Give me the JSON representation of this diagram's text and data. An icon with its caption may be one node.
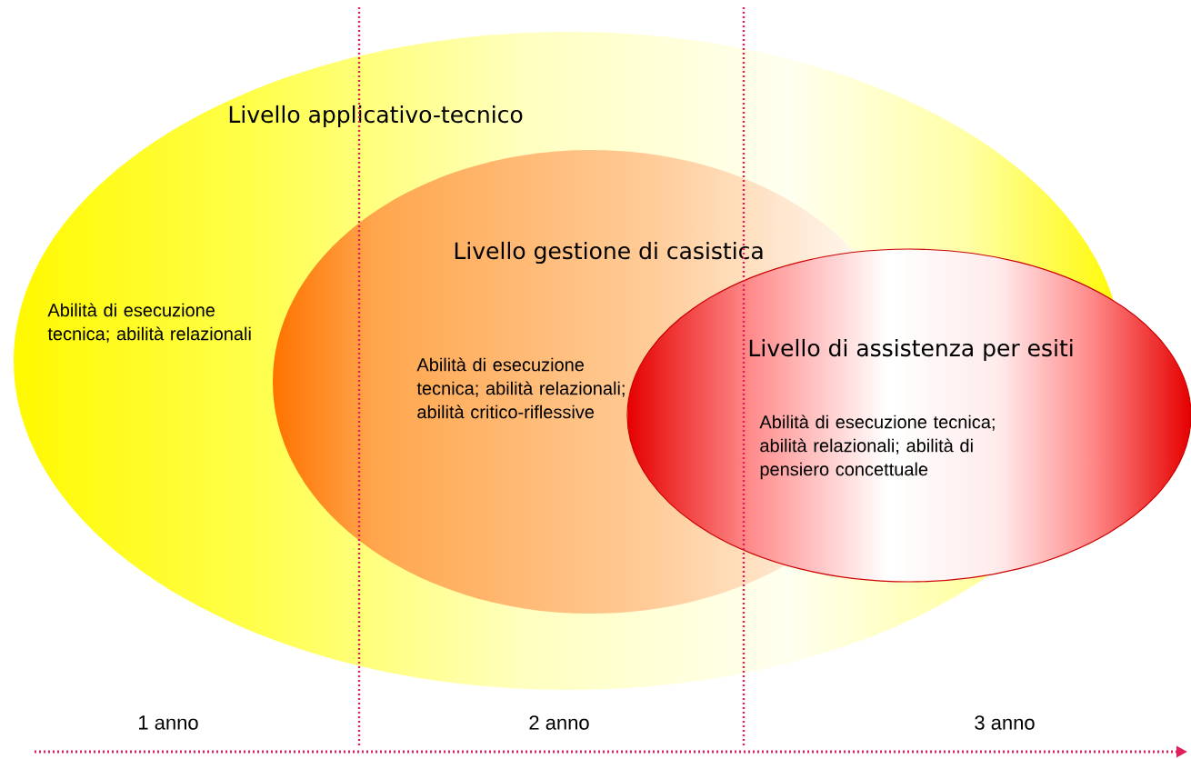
{
  "diagram": {
    "nodes": [
      {
        "text": [
          "Livello applicativo-tecnico",
          "Abilità di esecuzione tecnica; abilità relazionali"
        ]
      },
      {
        "text": [
          "Livello gestione di casistica",
          "Abilità di esecuzione tecnica; abilità relazionali; abilità critico-riflessive"
        ],
        "in": 0
      },
      {
        "text": [
          "Livello di assistenza per esiti",
          "Abilità di esecuzione tecnica; abilità relazionali; abilità di pensiero concettuale"
        ]
      }
    ],
    "labels": [
      "1 anno",
      "2 anno",
      "3 anno"
    ]
  }
}
